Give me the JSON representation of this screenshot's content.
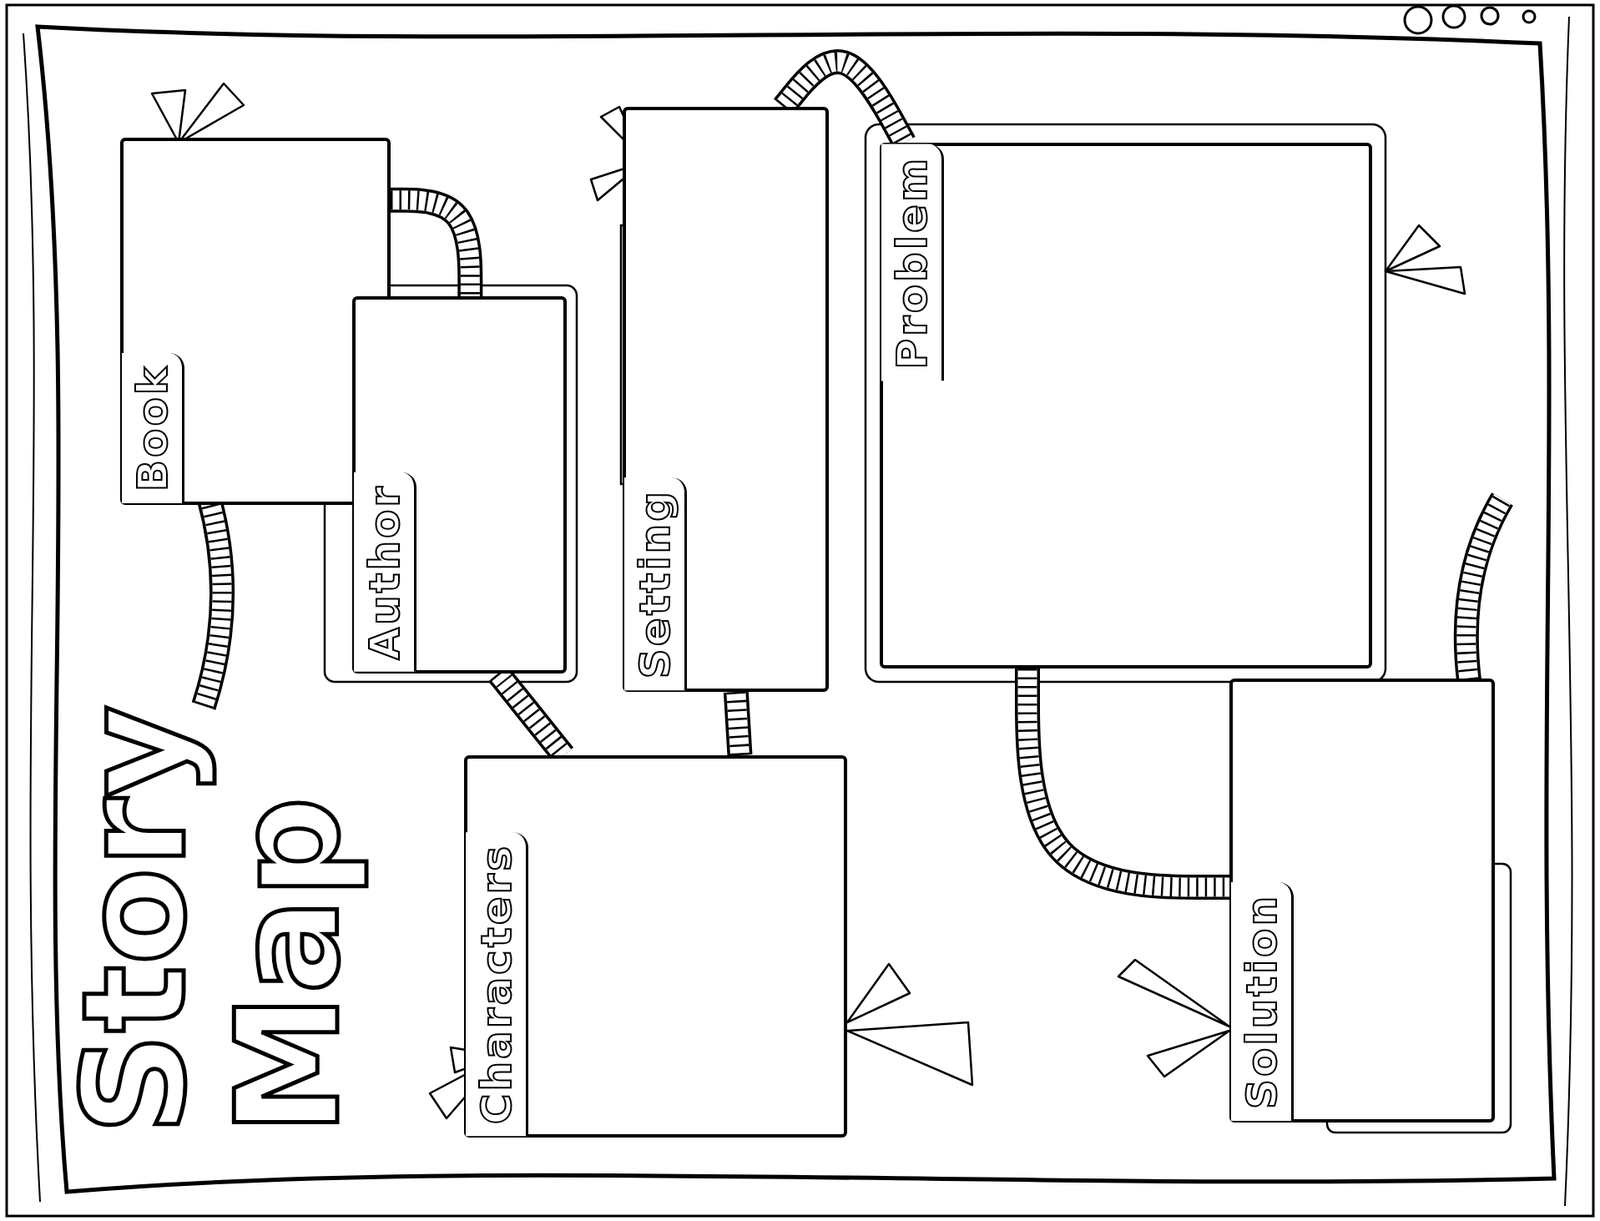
{
  "diagram": {
    "title": "Story Map",
    "nodes": [
      {
        "text": [
          "Book"
        ]
      },
      {
        "text": [
          "Author"
        ]
      },
      {
        "text": [
          "Characters"
        ]
      },
      {
        "text": [
          "Setting"
        ]
      },
      {
        "text": [
          "Problem"
        ]
      },
      {
        "text": [
          "Solution"
        ]
      }
    ],
    "edges": [
      {
        "from": 0,
        "to": 1,
        "arrow": "none"
      },
      {
        "from": 1,
        "to": 2,
        "arrow": "none"
      },
      {
        "from": 3,
        "to": 2,
        "arrow": "none"
      },
      {
        "from": 3,
        "to": 4,
        "arrow": "none"
      },
      {
        "from": 4,
        "to": 5,
        "arrow": "none"
      }
    ]
  }
}
